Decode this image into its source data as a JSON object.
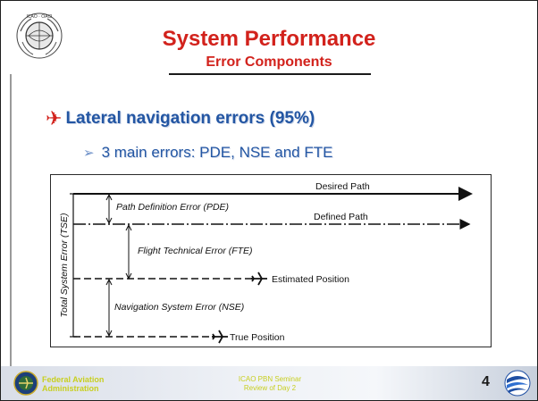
{
  "slide": {
    "title": "System Performance",
    "subtitle": "Error Components",
    "bullet_main": "Lateral navigation errors (95%)",
    "bullet_sub": "3 main errors:  PDE, NSE and FTE",
    "page_number": "4"
  },
  "logo": {
    "icon": "icao-emblem-icon",
    "ring_text": "ICAO • OACI • ИКАО"
  },
  "diagram": {
    "vertical_label": "Total System Error (TSE)",
    "desired_path": "Desired Path",
    "pde": "Path Definition Error (PDE)",
    "defined_path": "Defined Path",
    "fte": "Flight Technical Error (FTE)",
    "estimated_position": "Estimated Position",
    "nse": "Navigation System Error (NSE)",
    "true_position": "True Position"
  },
  "footer": {
    "faa_line1": "Federal Aviation",
    "faa_line2": "Administration",
    "seminar_line1": "ICAO PBN Seminar",
    "seminar_line2": "Review of Day 2",
    "faa_icon": "faa-seal-icon",
    "eurocontrol_icon": "eurocontrol-logo-icon"
  },
  "colors": {
    "title": "#d2221c",
    "bullet": "#2356a3",
    "footer_text": "#c8cf20"
  }
}
